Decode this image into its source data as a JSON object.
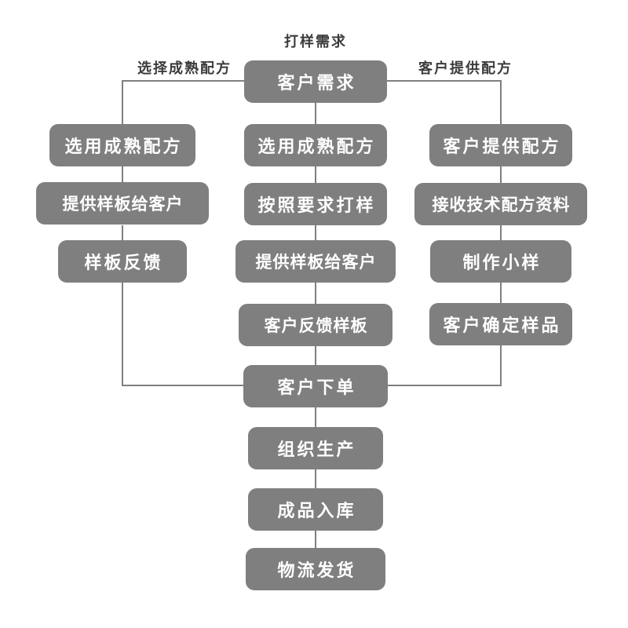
{
  "diagram": {
    "title_label": "打样需求",
    "branch_left_label": "选择成熟配方",
    "branch_right_label": "客户提供配方",
    "nodes": {
      "top": "客户需求",
      "left": [
        "选用成熟配方",
        "提供样板给客户",
        "样板反馈"
      ],
      "middle": [
        "选用成熟配方",
        "按照要求打样",
        "提供样板给客户",
        "客户反馈样板"
      ],
      "right": [
        "客户提供配方",
        "接收技术配方资料",
        "制作小样",
        "客户确定样品"
      ],
      "bottom": [
        "客户下单",
        "组织生产",
        "成品入库",
        "物流发货"
      ]
    },
    "colors": {
      "node_fill": "#7f7f7f",
      "node_text": "#ffffff",
      "connector": "#7f7f7f",
      "label_text": "#3c3c3c",
      "background": "#ffffff"
    }
  }
}
